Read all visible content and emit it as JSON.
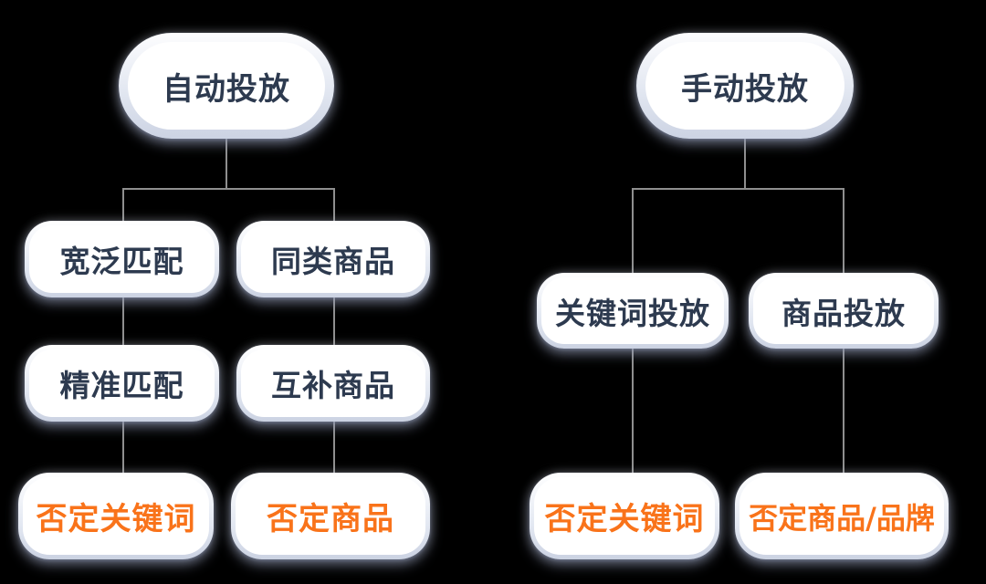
{
  "diagram": {
    "colors": {
      "background": "#000000",
      "line": "#8f8f8f",
      "text": "#2d3a4f",
      "accent": "#f9731a",
      "node_fill": "#ffffff"
    },
    "trees": [
      {
        "root": "自动投放",
        "columns": [
          {
            "levels": [
              "宽泛匹配",
              "精准匹配"
            ],
            "negative": "否定关键词"
          },
          {
            "levels": [
              "同类商品",
              "互补商品"
            ],
            "negative": "否定商品"
          }
        ]
      },
      {
        "root": "手动投放",
        "columns": [
          {
            "levels": [
              "关键词投放"
            ],
            "negative": "否定关键词"
          },
          {
            "levels": [
              "商品投放"
            ],
            "negative": "否定商品/品牌"
          }
        ]
      }
    ]
  }
}
